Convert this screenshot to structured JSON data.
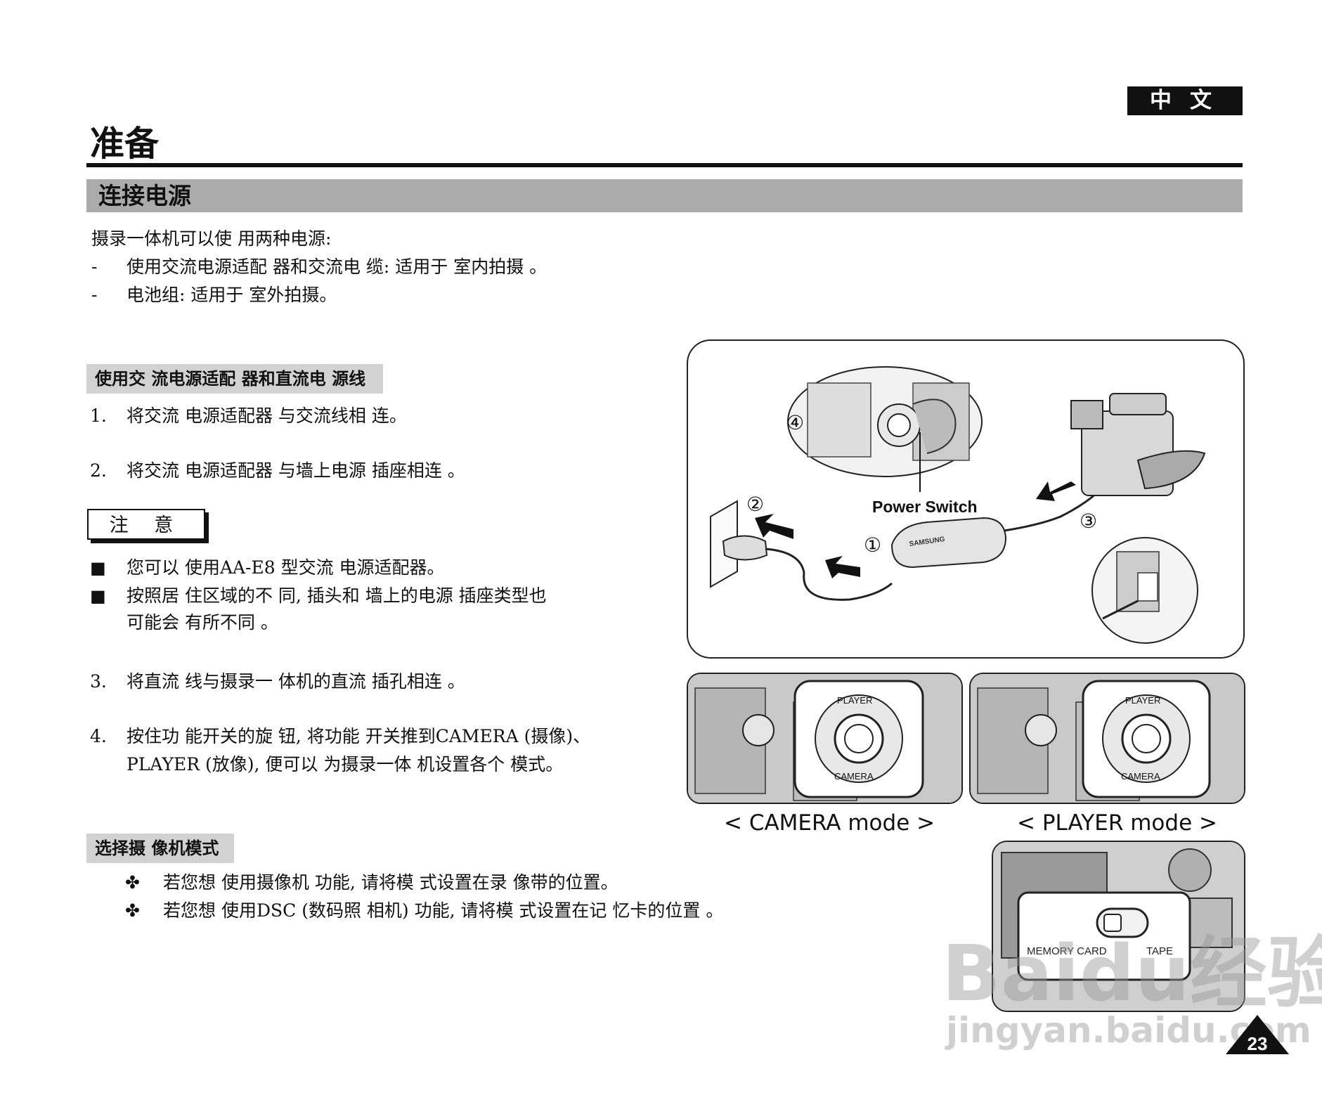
{
  "header": {
    "language_tab": "中文",
    "page_title": "准备"
  },
  "section": {
    "title": "连接电源"
  },
  "intro": {
    "line": "摄录一体机可以使 用两种电源:",
    "items": [
      {
        "mark": "-",
        "text": "使用交流电源适配 器和交流电 缆: 适用于 室内拍摄 。"
      },
      {
        "mark": "-",
        "text": "电池组: 适用于 室外拍摄。"
      }
    ]
  },
  "adapter_section": {
    "heading": "使用交 流电源适配 器和直流电 源线",
    "steps": [
      {
        "num": "1.",
        "text": "将交流 电源适配器 与交流线相 连。"
      },
      {
        "num": "2.",
        "text": "将交流 电源适配器 与墙上电源 插座相连 。"
      }
    ]
  },
  "note": {
    "label": "注 意",
    "items": [
      {
        "mark": "■",
        "lines": [
          "您可以 使用AA-E8 型交流 电源适配器。"
        ]
      },
      {
        "mark": "■",
        "lines": [
          "按照居 住区域的不 同, 插头和 墙上的电源 插座类型也",
          "可能会 有所不同 。"
        ]
      }
    ]
  },
  "steps_more": [
    {
      "num": "3.",
      "lines": [
        "将直流 线与摄录一 体机的直流 插孔相连 。"
      ]
    },
    {
      "num": "4.",
      "lines": [
        "按住功 能开关的旋 钮, 将功能 开关推到CAMERA (摄像)、",
        "PLAYER (放像), 便可以 为摄录一体 机设置各个 模式。"
      ]
    }
  ],
  "mode_section": {
    "heading": "选择摄 像机模式",
    "items": [
      {
        "mark": "✤",
        "text": "若您想 使用摄像机 功能, 请将模 式设置在录 像带的位置。"
      },
      {
        "mark": "✤",
        "text": "若您想 使用DSC (数码照 相机) 功能, 请将模 式设置在记 忆卡的位置 。"
      }
    ]
  },
  "figure_main": {
    "power_switch_label": "Power Switch",
    "markers": [
      "①",
      "②",
      "③",
      "④"
    ],
    "brand": "SAMSUNG"
  },
  "figure_modes": {
    "camera_caption": "< CAMERA mode >",
    "player_caption": "< PLAYER mode >",
    "dial_top": "PLAYER",
    "dial_bottom": "CAMERA"
  },
  "figure_media": {
    "left_label": "MEMORY CARD",
    "right_label": "TAPE"
  },
  "page_number": "23",
  "watermark": {
    "main": "Baidu经验",
    "url": "jingyan.baidu.com"
  }
}
